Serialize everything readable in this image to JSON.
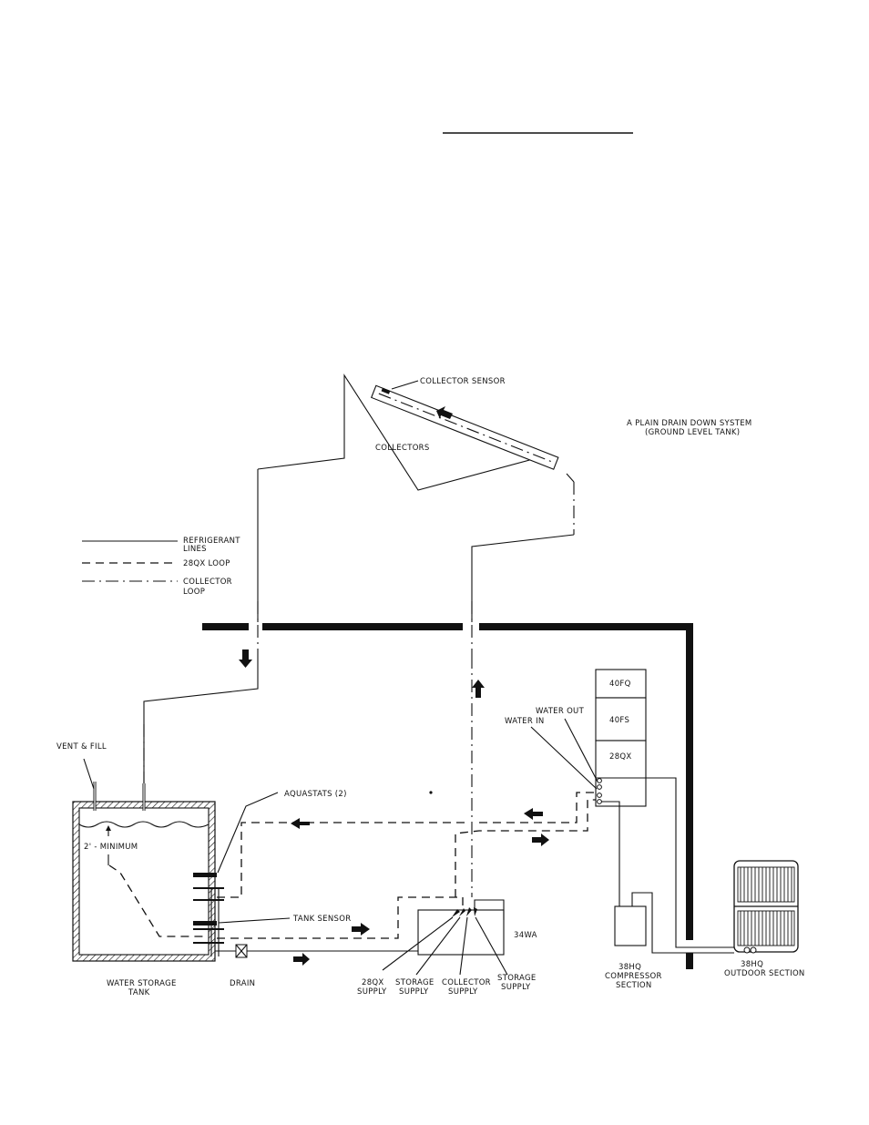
{
  "header_rule": true,
  "title": {
    "line1": "A  PLAIN DRAIN DOWN SYSTEM",
    "line2": "(GROUND LEVEL TANK)"
  },
  "legend": [
    {
      "style": "solid",
      "line1": "REFRIGERANT",
      "line2": "LINES"
    },
    {
      "style": "dashed",
      "line1": "28QX LOOP",
      "line2": ""
    },
    {
      "style": "dashdot",
      "line1": "COLLECTOR",
      "line2": "LOOP"
    }
  ],
  "labels": {
    "collector_sensor": "COLLECTOR SENSOR",
    "collectors": "COLLECTORS",
    "vent_fill": "VENT & FILL",
    "aquastats": "AQUASTATS (2)",
    "minimum": "2' - MINIMUM",
    "tank_sensor": "TANK SENSOR",
    "water_storage_tank": {
      "line1": "WATER STORAGE",
      "line2": "TANK"
    },
    "drain": "DRAIN",
    "supply_28qx": {
      "line1": "28QX",
      "line2": "SUPPLY"
    },
    "storage_supply_1": {
      "line1": "STORAGE",
      "line2": "SUPPLY"
    },
    "collector_supply": {
      "line1": "COLLECTOR",
      "line2": "SUPPLY"
    },
    "storage_supply_2": {
      "line1": "STORAGE",
      "line2": "SUPPLY"
    },
    "unit_34wa": "34WA",
    "water_out": "WATER OUT",
    "water_in": "WATER IN",
    "unit_40fq": "40FQ",
    "unit_40fs": "40FS",
    "unit_28qx": "28QX",
    "compressor": {
      "line1": "38HQ",
      "line2": "COMPRESSOR",
      "line3": "SECTION"
    },
    "outdoor": {
      "line1": "38HQ",
      "line2": "OUTDOOR SECTION"
    }
  }
}
